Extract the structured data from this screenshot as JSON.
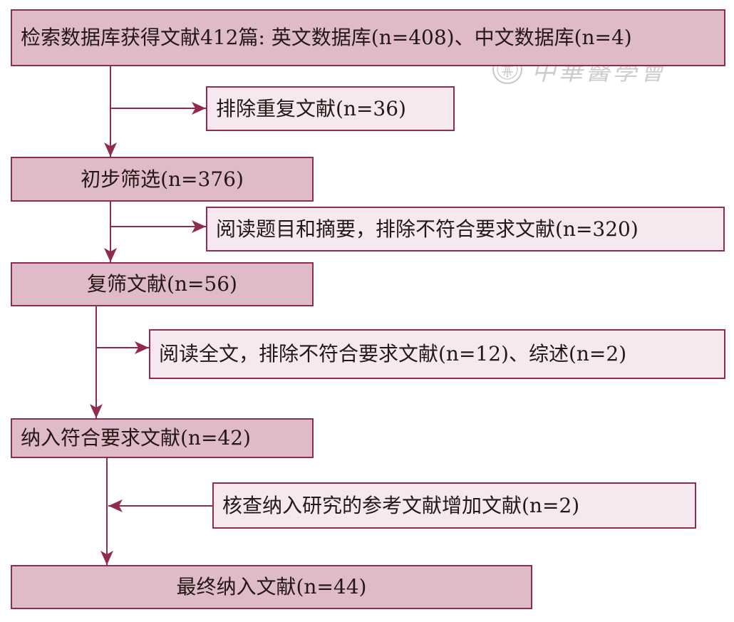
{
  "flowchart": {
    "step1": "检索数据库获得文献412篇: 英文数据库(n=408)、中文数据库(n=4)",
    "exclude1": "排除重复文献(n=36)",
    "step2": "初步筛选(n=376)",
    "exclude2": "阅读题目和摘要，排除不符合要求文献(n=320)",
    "step3": "复筛文献(n=56)",
    "exclude3": "阅读全文，排除不符合要求文献(n=12)、综述(n=2)",
    "step4": "纳入符合要求文献(n=42)",
    "add1": "核查纳入研究的参考文献增加文献(n=2)",
    "final": "最终纳入文献(n=44)"
  },
  "watermark": {
    "text": "中華醫學會"
  },
  "colors": {
    "border": "#8e2c51",
    "main_fill": "#dfbac8",
    "side_fill": "#f6e8ee",
    "arrow": "#8e2c51"
  }
}
